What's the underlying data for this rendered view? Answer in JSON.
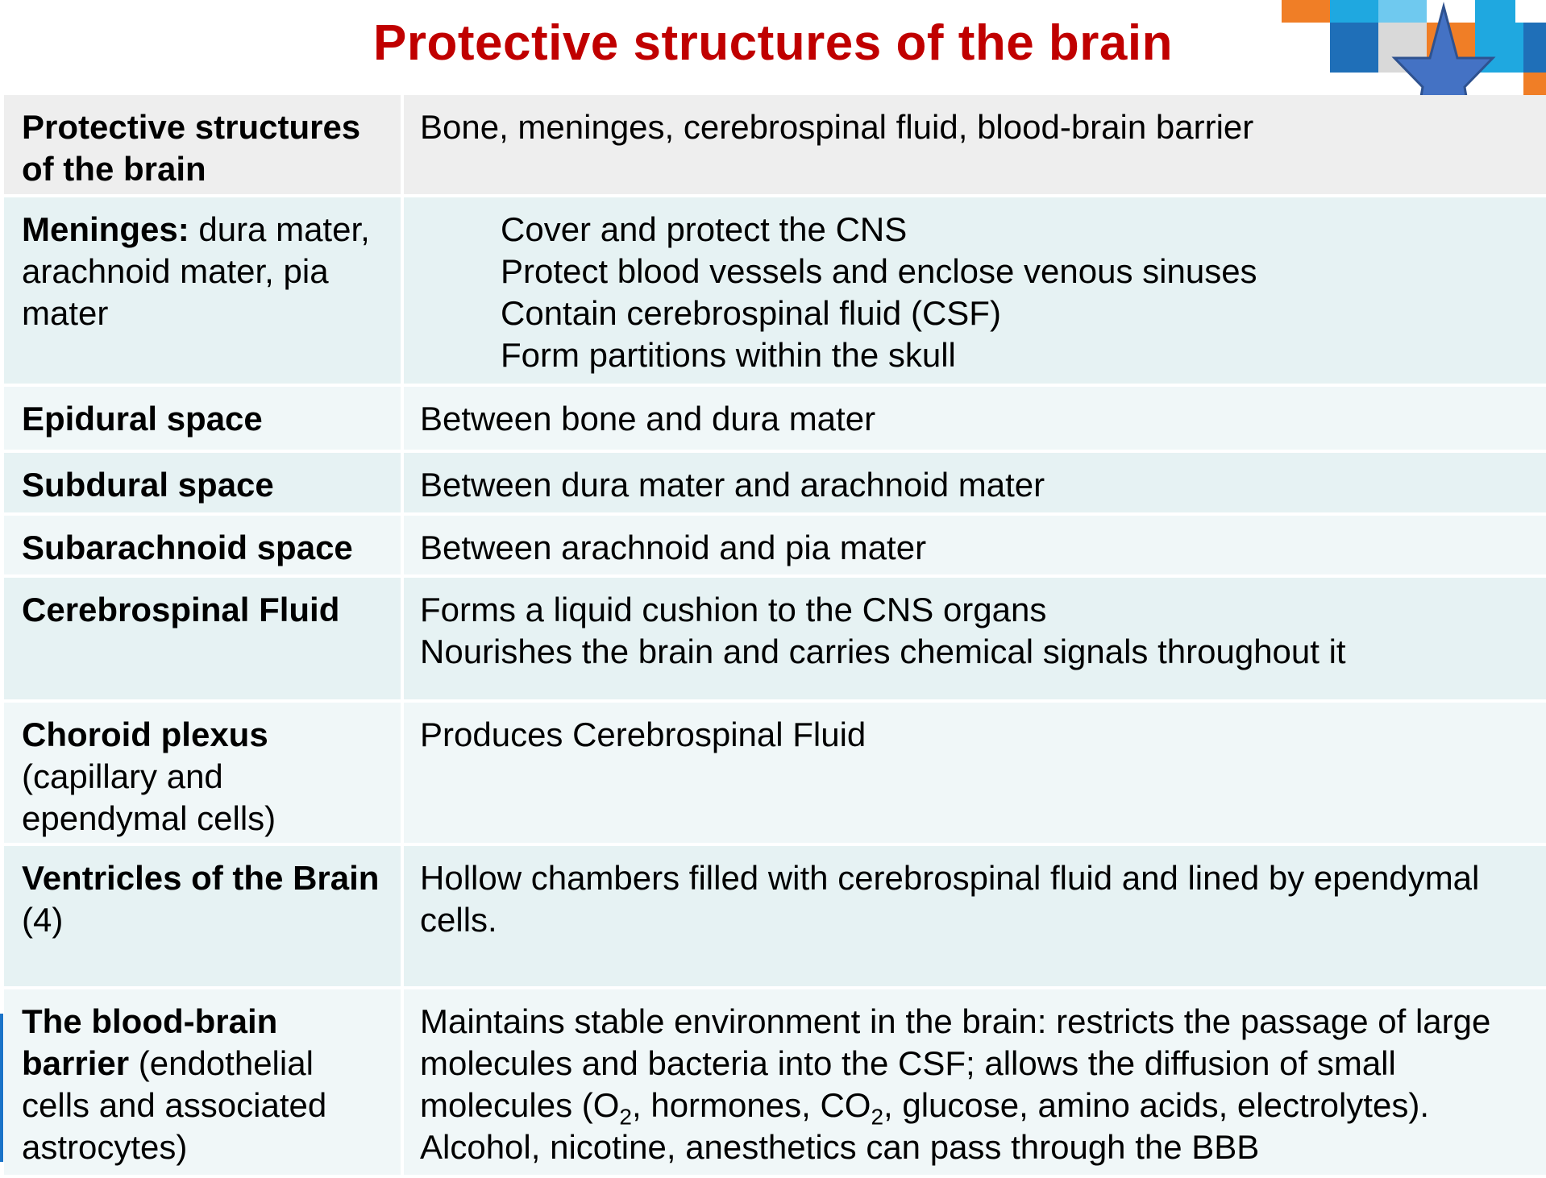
{
  "title": "Protective structures of the brain",
  "colors": {
    "title": "#c00000",
    "header_row": "#eeeeee",
    "row_bg": "#e6f2f3",
    "star": "#4472c4"
  },
  "decoration": {
    "icon": "star-icon",
    "tiles": [
      "orange",
      "light-blue",
      "blue",
      "white"
    ]
  },
  "rows": [
    {
      "term": "Protective structures of the brain",
      "desc": [
        "Bone, meninges, cerebrospinal fluid, blood-brain barrier"
      ]
    },
    {
      "term": "Meninges:",
      "term_extra": " dura mater, arachnoid mater, pia mater",
      "desc": [
        "Cover and protect the CNS",
        "Protect blood vessels and enclose venous sinuses",
        "Contain cerebrospinal fluid (CSF)",
        "Form partitions within the skull"
      ]
    },
    {
      "term": "Epidural space",
      "desc": [
        "Between bone and dura mater"
      ]
    },
    {
      "term": "Subdural space",
      "desc": [
        "Between dura mater and arachnoid mater"
      ]
    },
    {
      "term": "Subarachnoid space",
      "desc": [
        "Between arachnoid and pia mater"
      ]
    },
    {
      "term": "Cerebrospinal Fluid",
      "desc": [
        "Forms a liquid cushion to the CNS organs",
        "Nourishes the brain and carries chemical signals throughout it"
      ]
    },
    {
      "term": "Choroid plexus",
      "term_extra": " (capillary and ependymal cells)",
      "desc": [
        "Produces Cerebrospinal Fluid"
      ]
    },
    {
      "term": "Ventricles of the Brain",
      "term_extra": " (4)",
      "desc": [
        "Hollow chambers filled with cerebrospinal fluid and lined by ependymal cells."
      ]
    },
    {
      "term": "The blood-brain barrier",
      "term_extra": " (endothelial cells and associated astrocytes)",
      "desc": [
        "Maintains stable environment in the brain: restricts the passage of large molecules and bacteria into the CSF; allows the diffusion of small molecules (",
        "O",
        "2",
        ", hormones, ",
        "CO",
        "2",
        ", glucose, amino acids, electrolytes). Alcohol, nicotine, anesthetics can pass through the BBB"
      ]
    }
  ]
}
